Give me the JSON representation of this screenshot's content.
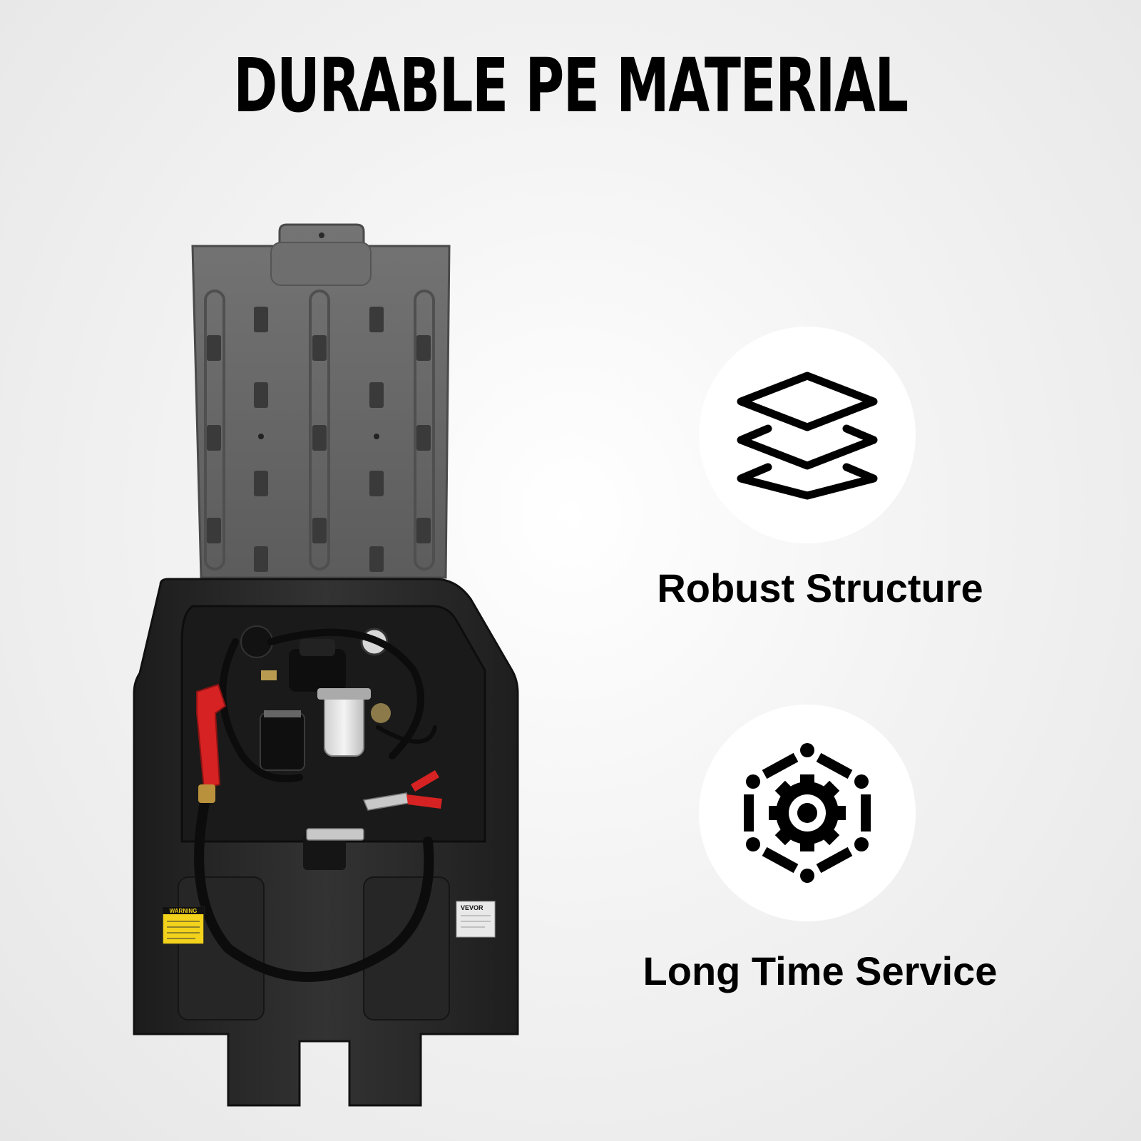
{
  "headline": "DURABLE PE MATERIAL",
  "product": {
    "image_name": "diesel fuel transfer tank",
    "warning_label": "WARNING",
    "brand_label": "VEVOR"
  },
  "features": [
    {
      "icon": "layers-icon",
      "label": "Robust Structure"
    },
    {
      "icon": "gear-ring-icon",
      "label": "Long Time Service"
    }
  ],
  "colors": {
    "tank_body": "#2b2b2b",
    "lid": "#6b6b6b",
    "nozzle": "#d62222",
    "warning": "#f2d21b",
    "icon_circle": "#ffffff",
    "text": "#000000"
  }
}
